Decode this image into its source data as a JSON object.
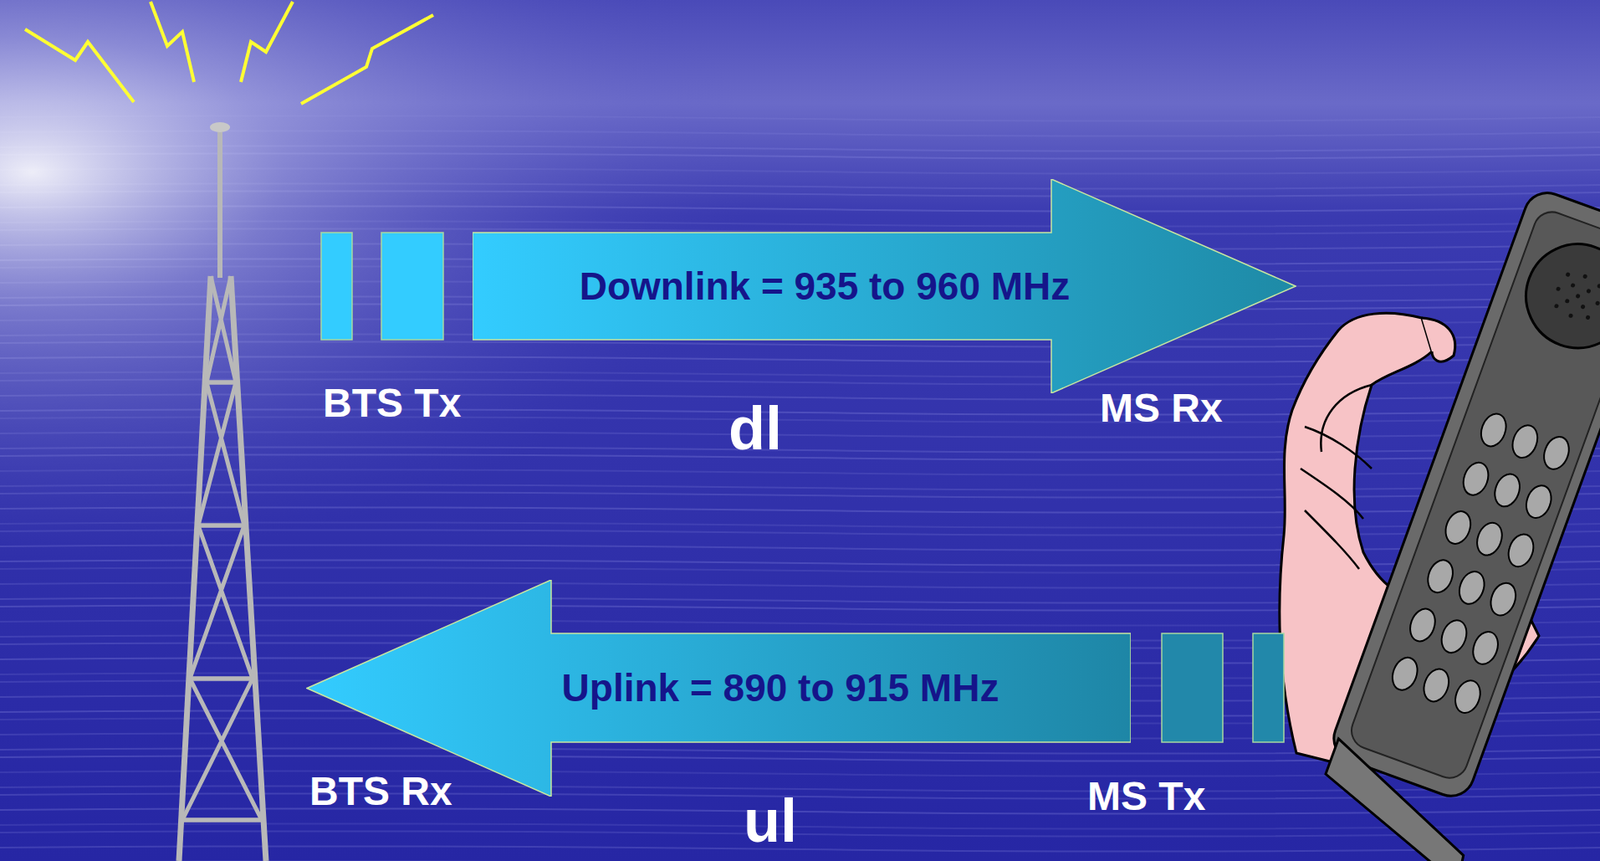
{
  "diagram": {
    "nodes": [
      {
        "text": [
          "Downlink = 935 to 960 MHz"
        ]
      },
      {
        "text": [
          "Uplink = 890 to 915 MHz"
        ]
      }
    ],
    "labels": [
      "BTS Tx",
      "MS Rx",
      "dl",
      "BTS Rx",
      "MS Tx",
      "ul"
    ]
  }
}
